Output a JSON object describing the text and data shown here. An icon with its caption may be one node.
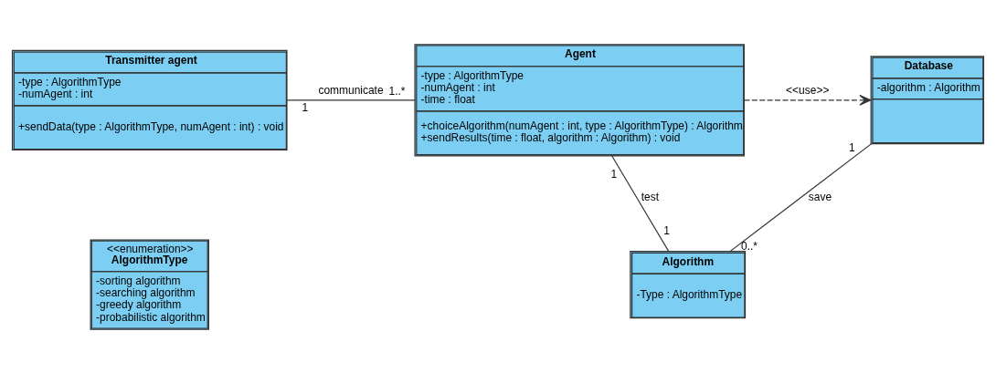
{
  "diagram": {
    "nodes": [
      {
        "text": [
          "Transmitter agent",
          "-type : AlgorithmType",
          "-numAgent : int",
          "+sendData(type : AlgorithmType, numAgent : int) : void"
        ]
      },
      {
        "text": [
          "Agent",
          "-type : AlgorithmType",
          "-numAgent : int",
          "-time : float",
          "+choiceAlgorithm(numAgent : int, type : AlgorithmType) : Algorithm",
          "+sendResults(time : float, algorithm : Algorithm) : void"
        ]
      },
      {
        "text": [
          "Database",
          "-algorithm : Algorithm"
        ]
      },
      {
        "text": [
          "<<enumeration>>",
          "AlgorithmType",
          "-sorting algorithm",
          "-searching algorithm",
          "-greedy algorithm",
          "-probabilistic algorithm"
        ]
      },
      {
        "text": [
          "Algorithm",
          "-Type : AlgorithmType"
        ]
      }
    ],
    "edges": [
      {
        "from": 0,
        "to": 1,
        "arrow": "none",
        "label": "communicate"
      },
      {
        "from": 1,
        "to": 2,
        "arrow": "to",
        "label": "<<use>>",
        "style": "dashed"
      },
      {
        "from": 1,
        "to": 4,
        "arrow": "none",
        "label": "test"
      },
      {
        "from": 2,
        "to": 4,
        "arrow": "none",
        "label": "save"
      }
    ],
    "labels": [
      "1",
      "1..*",
      "1",
      "1",
      "1",
      "0..*"
    ]
  }
}
